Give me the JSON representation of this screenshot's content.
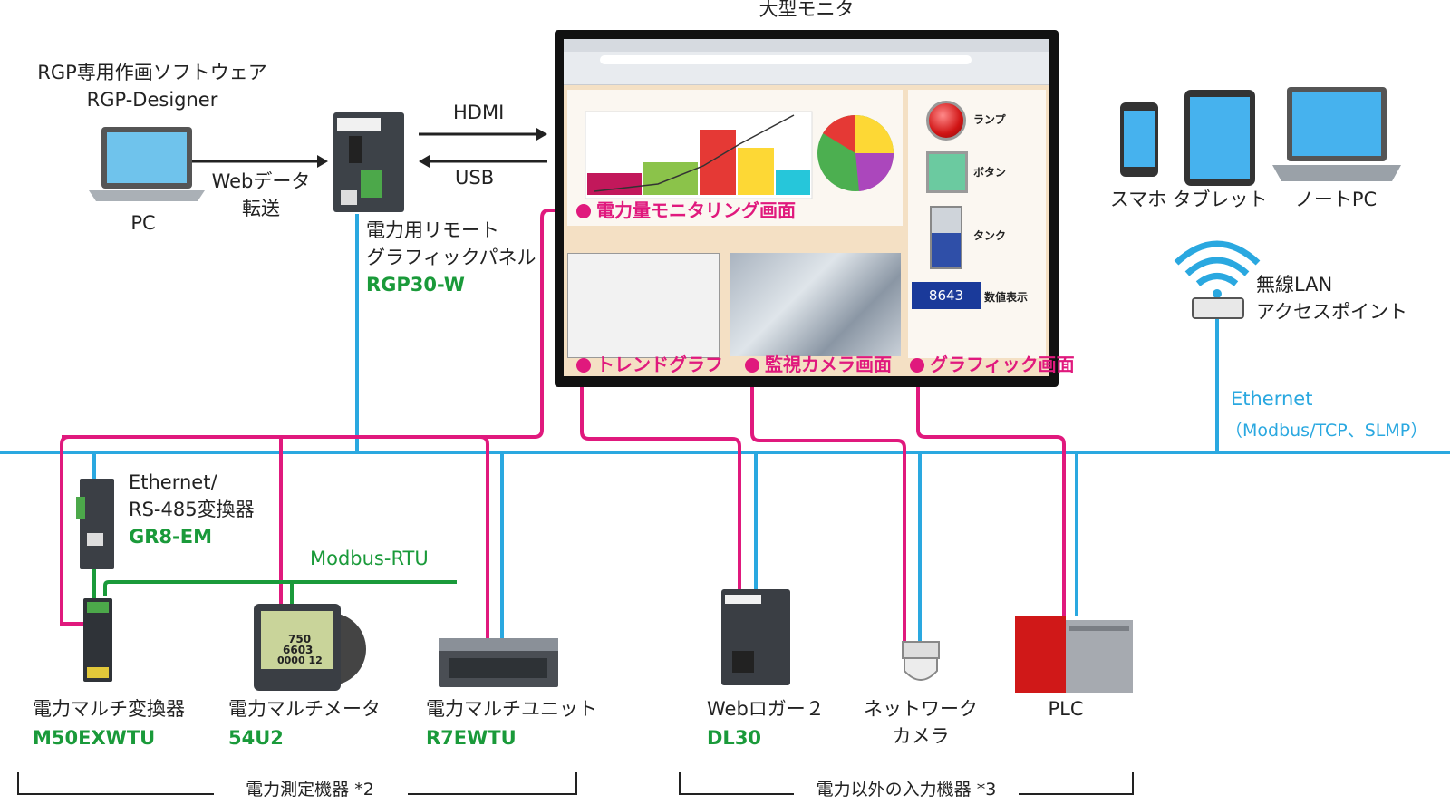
{
  "top_title": "大型モニタ",
  "software": {
    "line1": "RGP専用作画ソフトウェア",
    "line2": "RGP-Designer"
  },
  "pc": {
    "label": "PC"
  },
  "web_transfer": {
    "line1": "Webデータ",
    "line2": "転送"
  },
  "rgp": {
    "line1": "電力用リモート",
    "line2": "グラフィックパネル",
    "model": "RGP30-W"
  },
  "links": {
    "hdmi": "HDMI",
    "usb": "USB"
  },
  "screen_labels": {
    "power_monitoring": "電力量モニタリング画面",
    "trend_graph": "トレンドグラフ",
    "camera": "監視カメラ画面",
    "graphic": "グラフィック画面"
  },
  "graphic_items": {
    "lamp": "ランプ",
    "button": "ボタン",
    "tank": "タンク",
    "numeric_value": "8643",
    "numeric_label": "数値表示"
  },
  "devices_right": {
    "smartphone": "スマホ",
    "tablet": "タブレット",
    "notebook": "ノートPC"
  },
  "wlan": {
    "line1": "無線LAN",
    "line2": "アクセスポイント"
  },
  "ethernet": {
    "line1": "Ethernet",
    "line2": "（Modbus/TCP、SLMP）"
  },
  "converter": {
    "line1": "Ethernet/",
    "line2": "RS-485変換器",
    "model": "GR8-EM"
  },
  "modbus_rtu": "Modbus-RTU",
  "bottom_devices": [
    {
      "id": "m50",
      "name": "電力マルチ変換器",
      "model": "M50EXWTU"
    },
    {
      "id": "54u2",
      "name": "電力マルチメータ",
      "model": "54U2"
    },
    {
      "id": "r7",
      "name": "電力マルチユニット",
      "model": "R7EWTU"
    },
    {
      "id": "dl30",
      "name": "Webロガー２",
      "model": "DL30"
    },
    {
      "id": "netcam",
      "name_line1": "ネットワーク",
      "name_line2": "カメラ"
    },
    {
      "id": "plc",
      "name": "PLC"
    }
  ],
  "groups": {
    "power_measurement": "電力測定機器 *2",
    "other_input": "電力以外の入力機器 *3"
  },
  "meter_readings": [
    "750",
    "6603",
    "0000 12"
  ],
  "colors": {
    "ethernet_blue": "#2aa8e0",
    "screen_link_pink": "#e0197d",
    "modbus_green": "#1a9a3a"
  }
}
